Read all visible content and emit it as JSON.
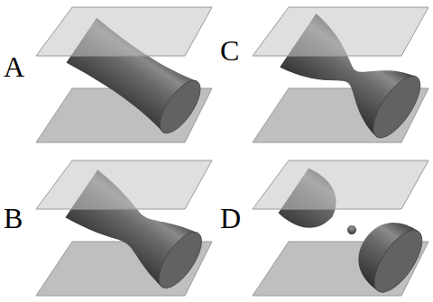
{
  "diagram": {
    "labels": [
      "A",
      "C",
      "B",
      "D"
    ]
  }
}
